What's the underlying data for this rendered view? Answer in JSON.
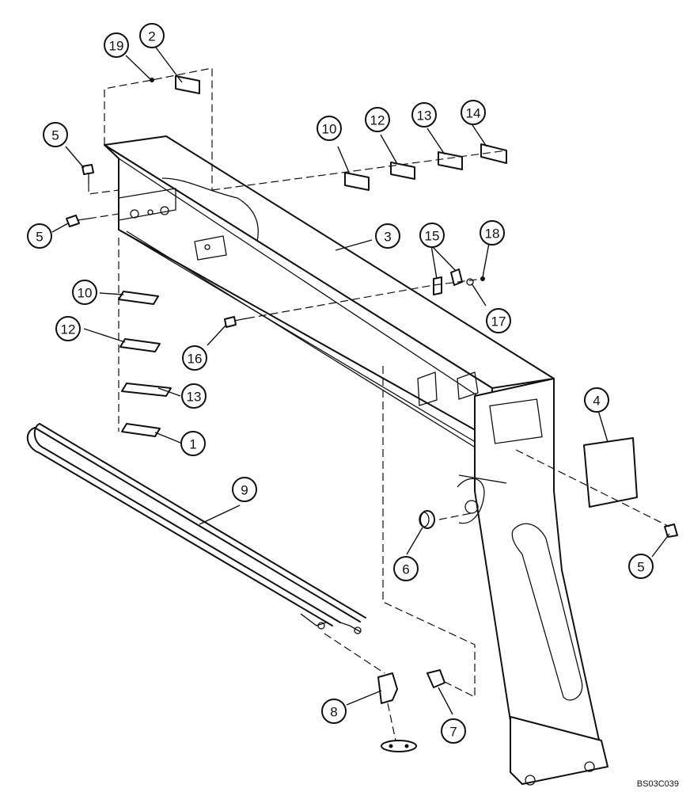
{
  "drawing_code": "BS03C039",
  "callouts": [
    {
      "label": "19"
    },
    {
      "label": "2"
    },
    {
      "label": "5"
    },
    {
      "label": "5"
    },
    {
      "label": "10"
    },
    {
      "label": "12"
    },
    {
      "label": "13"
    },
    {
      "label": "14"
    },
    {
      "label": "3"
    },
    {
      "label": "15"
    },
    {
      "label": "18"
    },
    {
      "label": "17"
    },
    {
      "label": "16"
    },
    {
      "label": "10"
    },
    {
      "label": "12"
    },
    {
      "label": "13"
    },
    {
      "label": "1"
    },
    {
      "label": "4"
    },
    {
      "label": "9"
    },
    {
      "label": "6"
    },
    {
      "label": "5"
    },
    {
      "label": "8"
    },
    {
      "label": "7"
    }
  ]
}
